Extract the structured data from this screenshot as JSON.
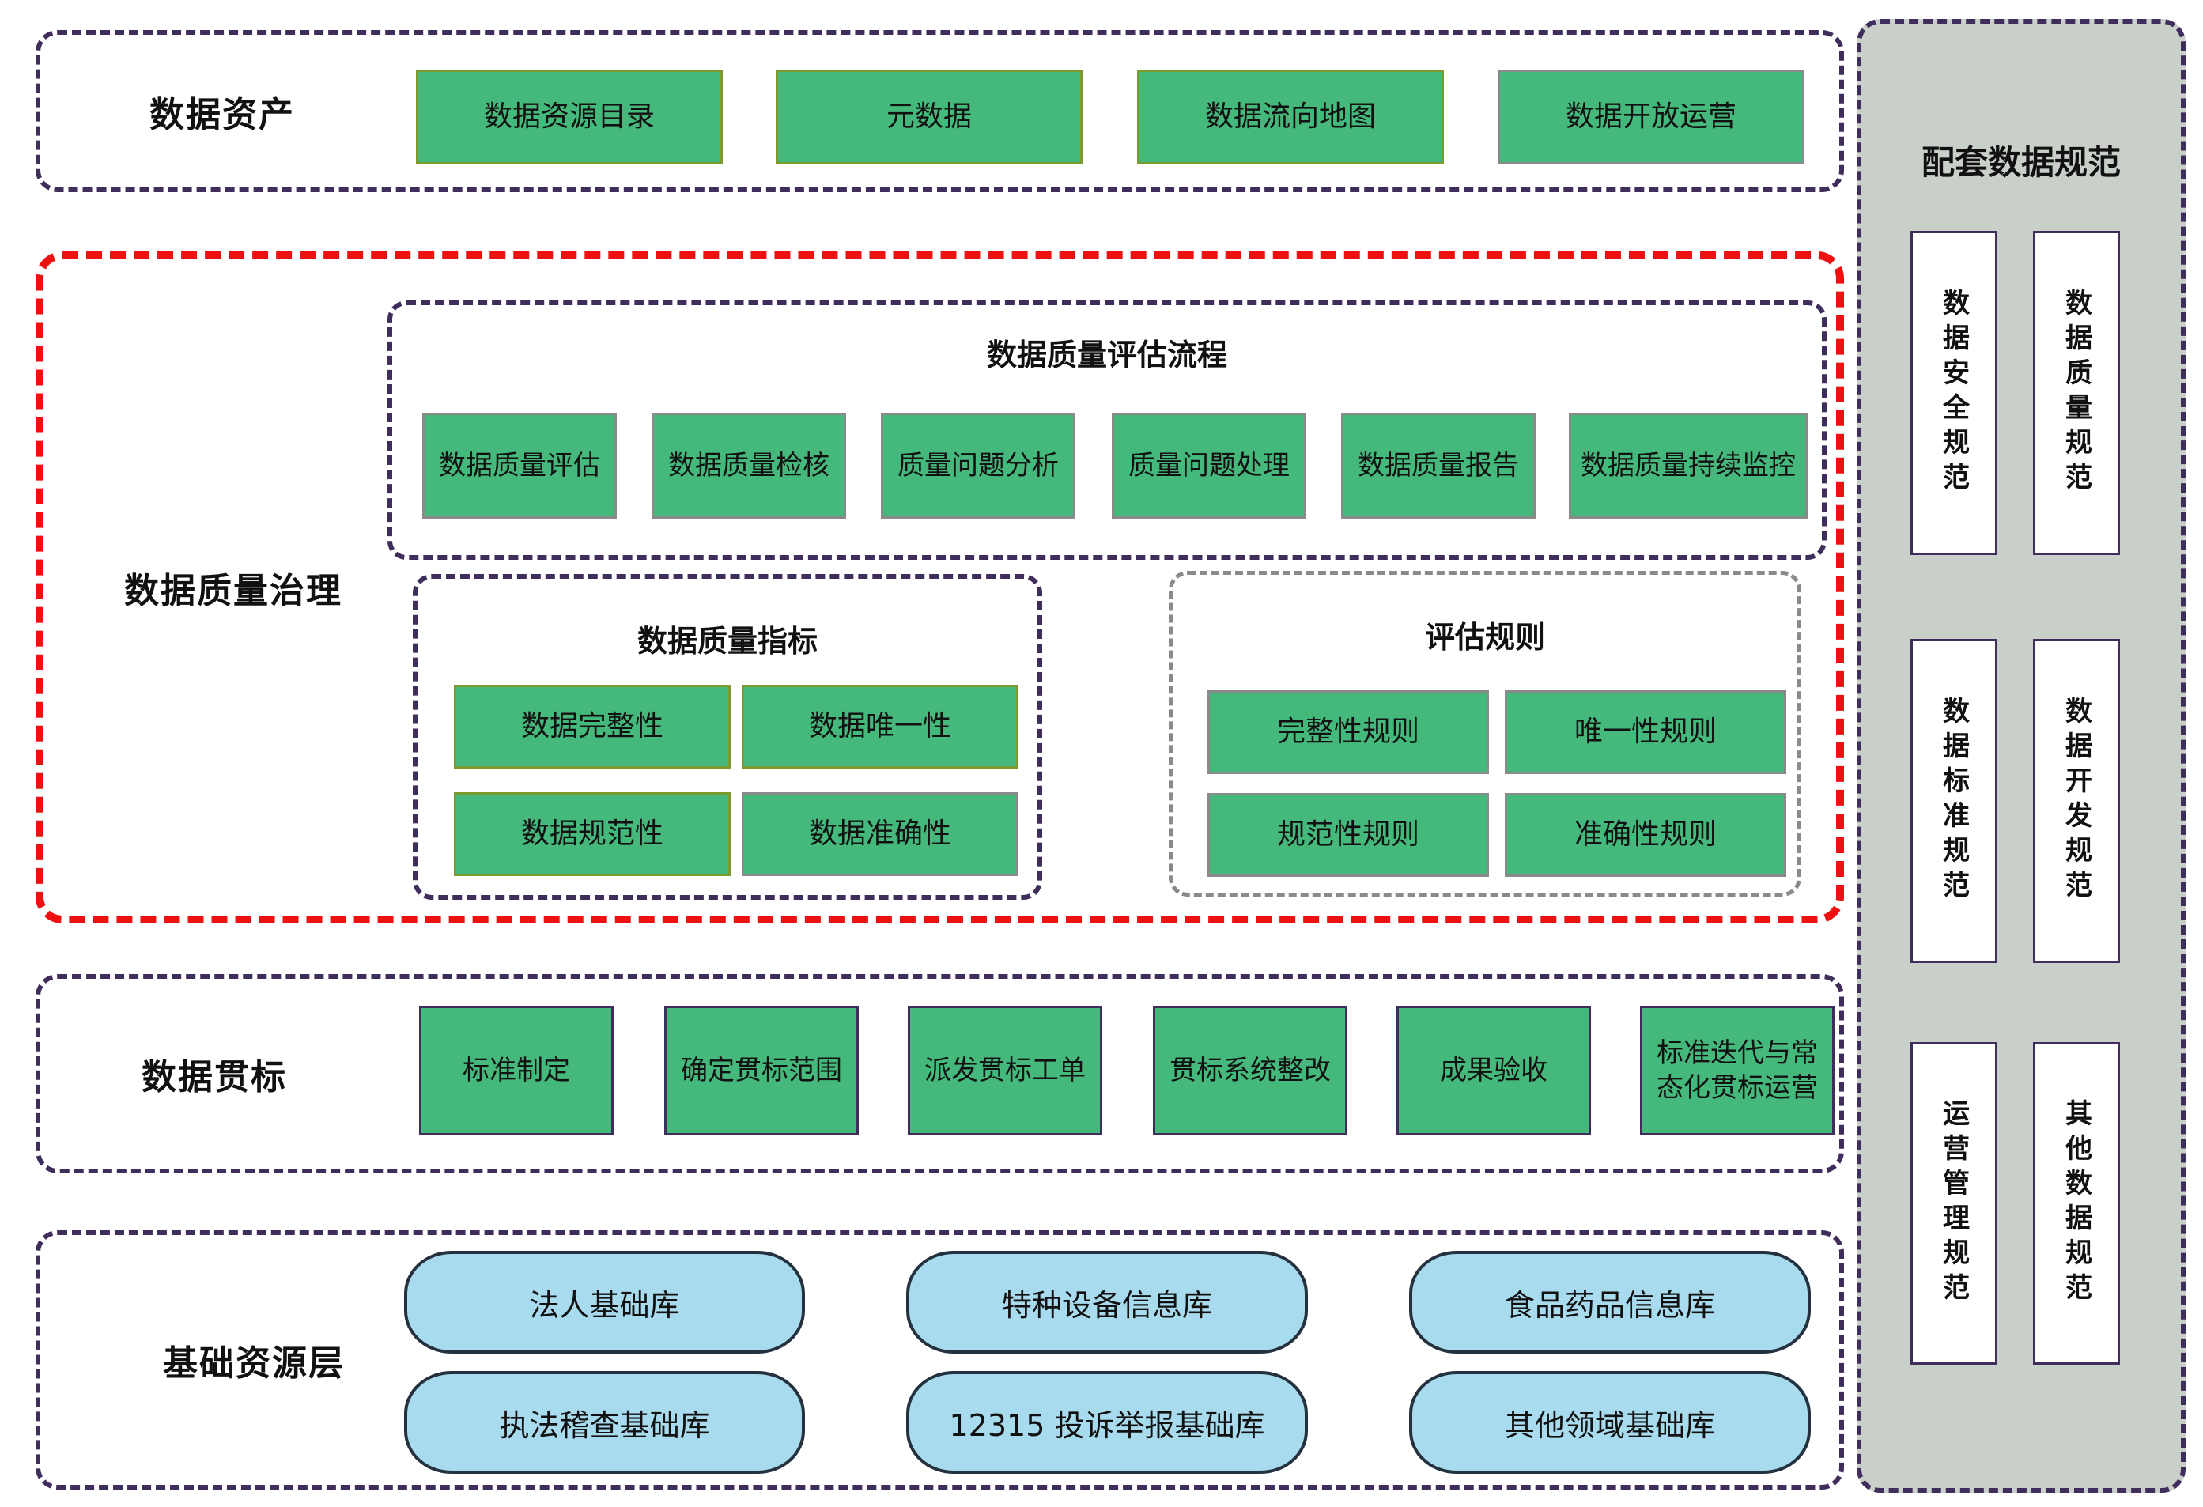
{
  "colors": {
    "box_green": "#45b97c",
    "box_blue": "#a9dbee",
    "panel_gray": "#c9cfc9",
    "border_red": "#ee1111",
    "border_purple": "#3f2d5c",
    "border_olive": "#7d9a2e",
    "border_gray": "#8a8a8a"
  },
  "sections": {
    "assets": {
      "label": "数据资产",
      "items": [
        "数据资源目录",
        "元数据",
        "数据流向地图",
        "数据开放运营"
      ]
    },
    "quality": {
      "label": "数据质量治理",
      "process": {
        "title": "数据质量评估流程",
        "items": [
          "数据质量评估",
          "数据质量检核",
          "质量问题分析",
          "质量问题处理",
          "数据质量报告",
          "数据质量持续监控"
        ]
      },
      "metrics": {
        "title": "数据质量指标",
        "items": [
          "数据完整性",
          "数据唯一性",
          "数据规范性",
          "数据准确性"
        ]
      },
      "rules": {
        "title": "评估规则",
        "items": [
          "完整性规则",
          "唯一性规则",
          "规范性规则",
          "准确性规则"
        ]
      }
    },
    "standards": {
      "label": "数据贯标",
      "items": [
        "标准制定",
        "确定贯标范围",
        "派发贯标工单",
        "贯标系统整改",
        "成果验收",
        "标准迭代与常态化贯标运营"
      ]
    },
    "resources": {
      "label": "基础资源层",
      "items": [
        "法人基础库",
        "特种设备信息库",
        "食品药品信息库",
        "执法稽查基础库",
        "12315 投诉举报基础库",
        "其他领域基础库"
      ]
    },
    "specs": {
      "title": "配套数据规范",
      "items": [
        "数据安全规范",
        "数据质量规范",
        "数据标准规范",
        "数据开发规范",
        "运营管理规范",
        "其他数据规范"
      ]
    }
  }
}
